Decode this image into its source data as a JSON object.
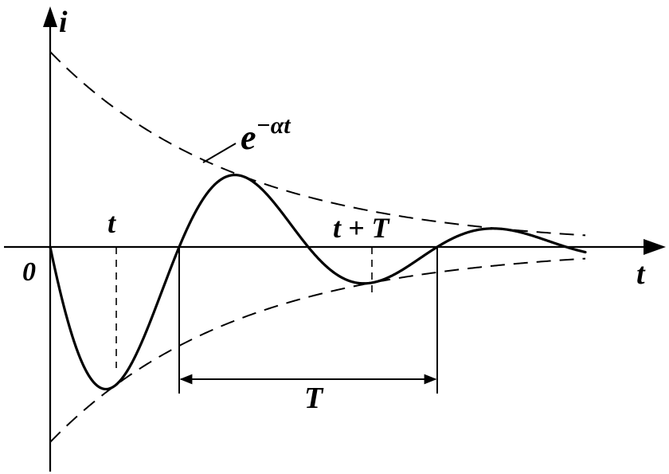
{
  "labels": {
    "y_axis": "i",
    "x_axis": "t",
    "origin": "0",
    "envelope": "e",
    "envelope_exp": "−αt",
    "t_point": "t",
    "t_plus_T": "t + T",
    "period": "T"
  },
  "colors": {
    "ink": "#000000",
    "background": "#ffffff"
  }
}
